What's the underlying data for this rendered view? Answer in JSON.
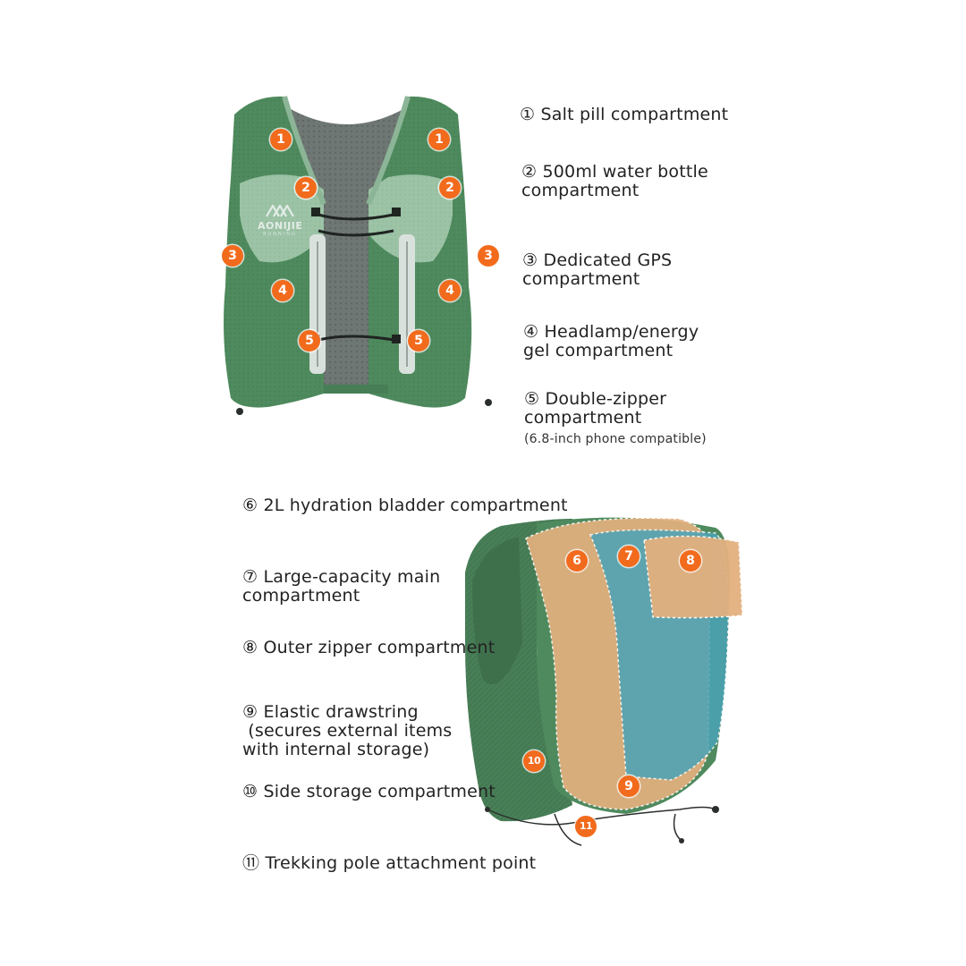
{
  "brand": {
    "logo_text": "AONIJIE",
    "logo_sub": "RUNNING",
    "accent_color": "#f26b1d",
    "vest_color": "#4f8a5e",
    "overlay_colors": [
      "#e3b07f",
      "#4aa3b7"
    ]
  },
  "labels": [
    {
      "num": "①",
      "text": "Salt pill compartment",
      "line2": "",
      "sub": ""
    },
    {
      "num": "②",
      "text": "500ml water bottle",
      "line2": "compartment",
      "sub": ""
    },
    {
      "num": "③",
      "text": "Dedicated GPS",
      "line2": "compartment",
      "sub": ""
    },
    {
      "num": "④",
      "text": "Headlamp/energy",
      "line2": "gel compartment",
      "sub": ""
    },
    {
      "num": "⑤",
      "text": "Double-zipper",
      "line2": "compartment",
      "sub": "(6.8-inch phone compatible)"
    },
    {
      "num": "⑥",
      "text": "2L hydration bladder compartment",
      "line2": "",
      "sub": ""
    },
    {
      "num": "⑦",
      "text": "Large-capacity main",
      "line2": "compartment",
      "sub": ""
    },
    {
      "num": "⑧",
      "text": "Outer zipper compartment",
      "line2": "",
      "sub": ""
    },
    {
      "num": "⑨",
      "text": "Elastic drawstring",
      "line2": " (secures external items",
      "line3": "with internal storage)",
      "sub": ""
    },
    {
      "num": "⑩",
      "text": "Side storage compartment",
      "line2": "",
      "sub": ""
    },
    {
      "num": "⑪",
      "text": "Trekking pole attachment point",
      "line2": "",
      "sub": ""
    }
  ],
  "badges": {
    "b1": "1",
    "b2": "2",
    "b3": "3",
    "b4": "4",
    "b5": "5",
    "b6": "6",
    "b7": "7",
    "b8": "8",
    "b9": "9",
    "b10": "10",
    "b11": "11"
  }
}
